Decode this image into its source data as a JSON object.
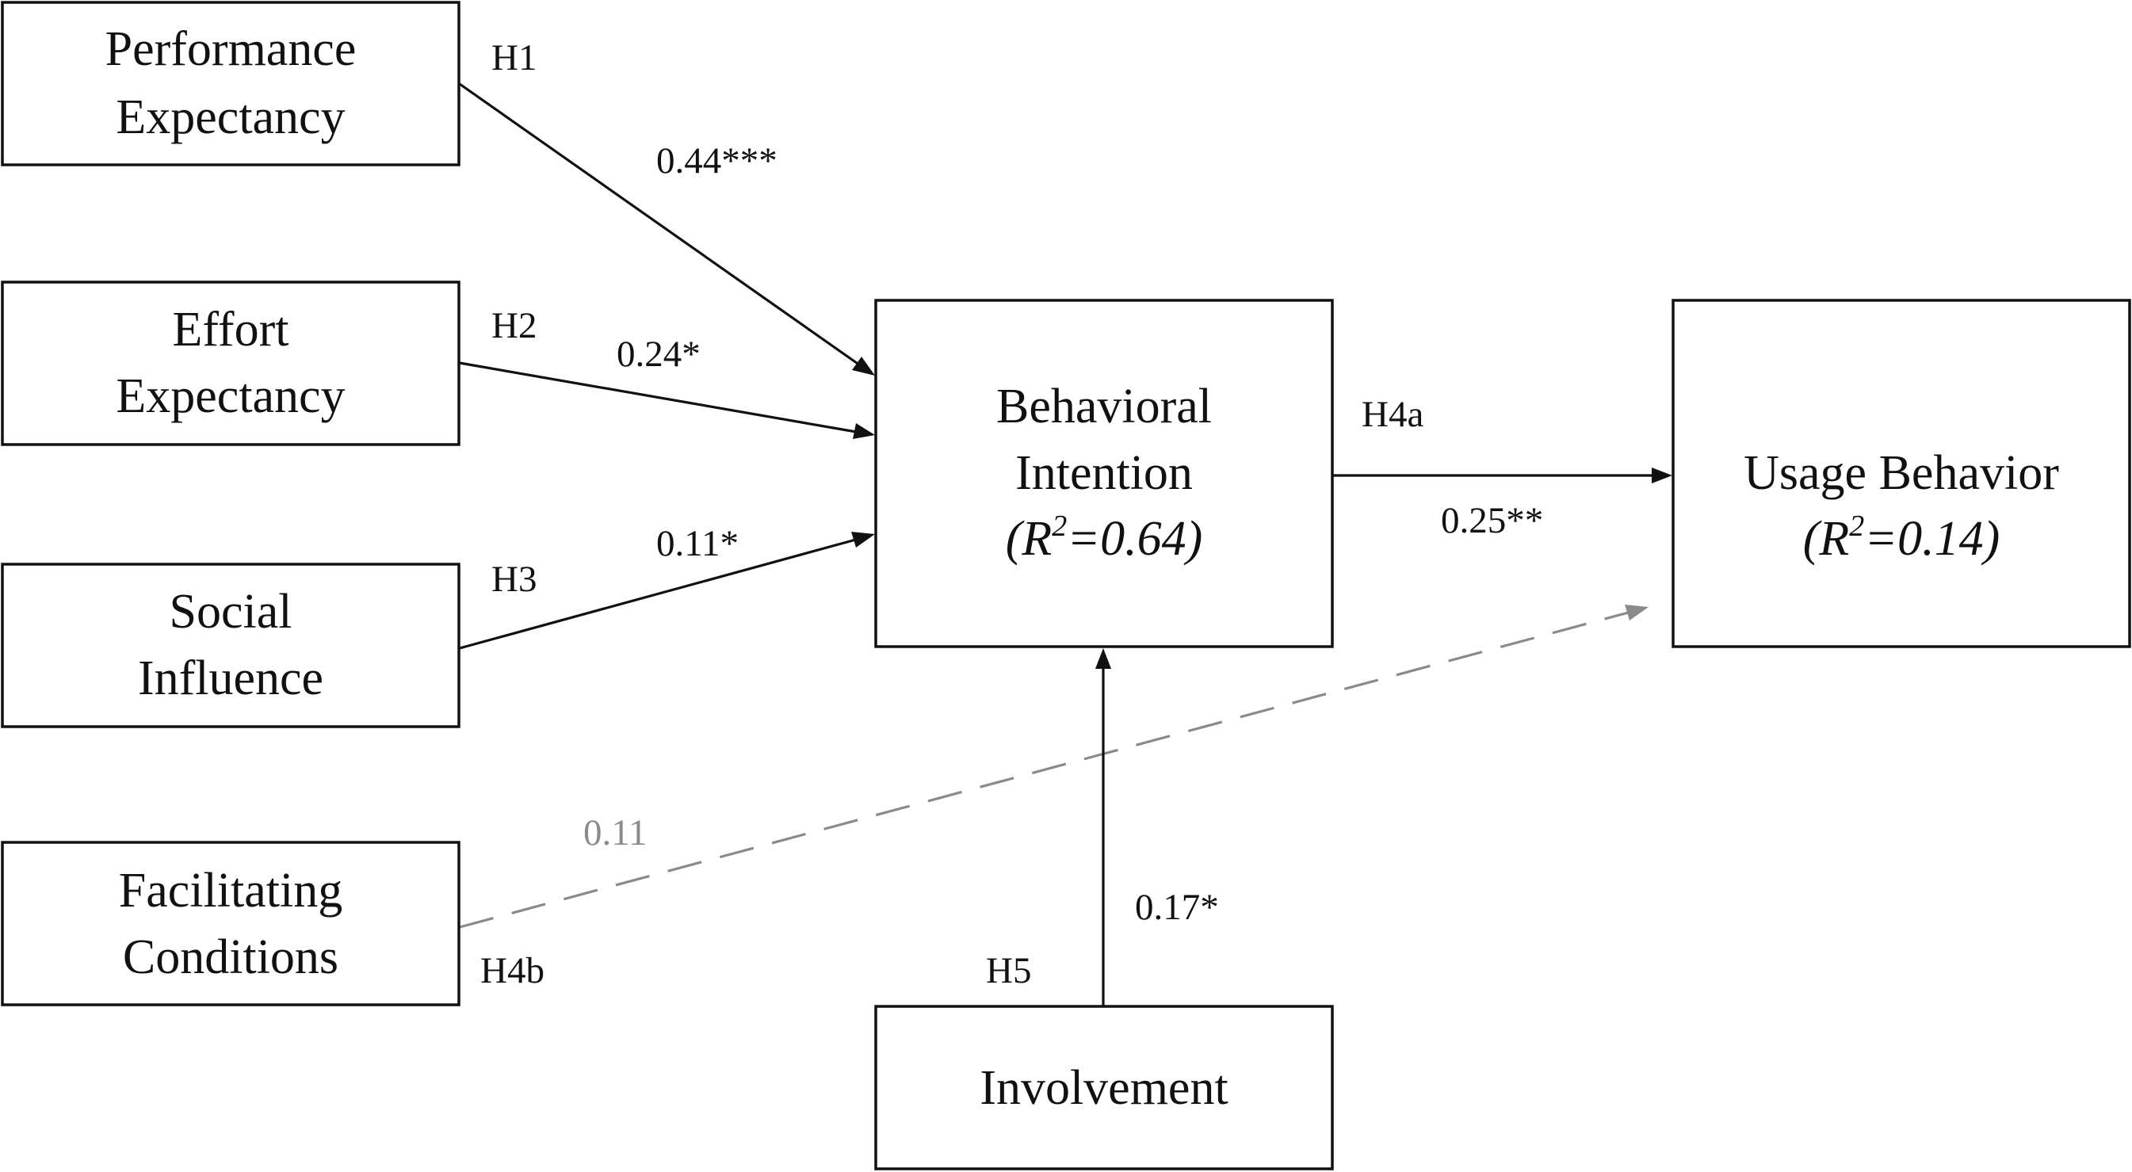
{
  "nodes": {
    "performance_expectancy": {
      "line1": "Performance",
      "line2": "Expectancy"
    },
    "effort_expectancy": {
      "line1": "Effort",
      "line2": "Expectancy"
    },
    "social_influence": {
      "line1": "Social",
      "line2": "Influence"
    },
    "facilitating_conditions": {
      "line1": "Facilitating",
      "line2": "Conditions"
    },
    "behavioral_intention": {
      "line1": "Behavioral",
      "line2": "Intention",
      "r2_prefix": "(R",
      "r2_sup": "2",
      "r2_suffix": "=0.64)"
    },
    "usage_behavior": {
      "line1": "Usage Behavior",
      "r2_prefix": "(R",
      "r2_sup": "2",
      "r2_suffix": "=0.14)"
    },
    "involvement": {
      "line1": "Involvement"
    }
  },
  "edges": {
    "h1": {
      "hypothesis": "H1",
      "coefficient": "0.44***",
      "style": "solid"
    },
    "h2": {
      "hypothesis": "H2",
      "coefficient": "0.24*",
      "style": "solid"
    },
    "h3": {
      "hypothesis": "H3",
      "coefficient": "0.11*",
      "style": "solid"
    },
    "h4a": {
      "hypothesis": "H4a",
      "coefficient": "0.25**",
      "style": "solid"
    },
    "h4b": {
      "hypothesis": "H4b",
      "coefficient": "0.11",
      "style": "dashed"
    },
    "h5": {
      "hypothesis": "H5",
      "coefficient": "0.17*",
      "style": "solid"
    }
  },
  "colors": {
    "line": "#111111",
    "nonsignificant": "#8a8a8a",
    "background": "#ffffff"
  }
}
